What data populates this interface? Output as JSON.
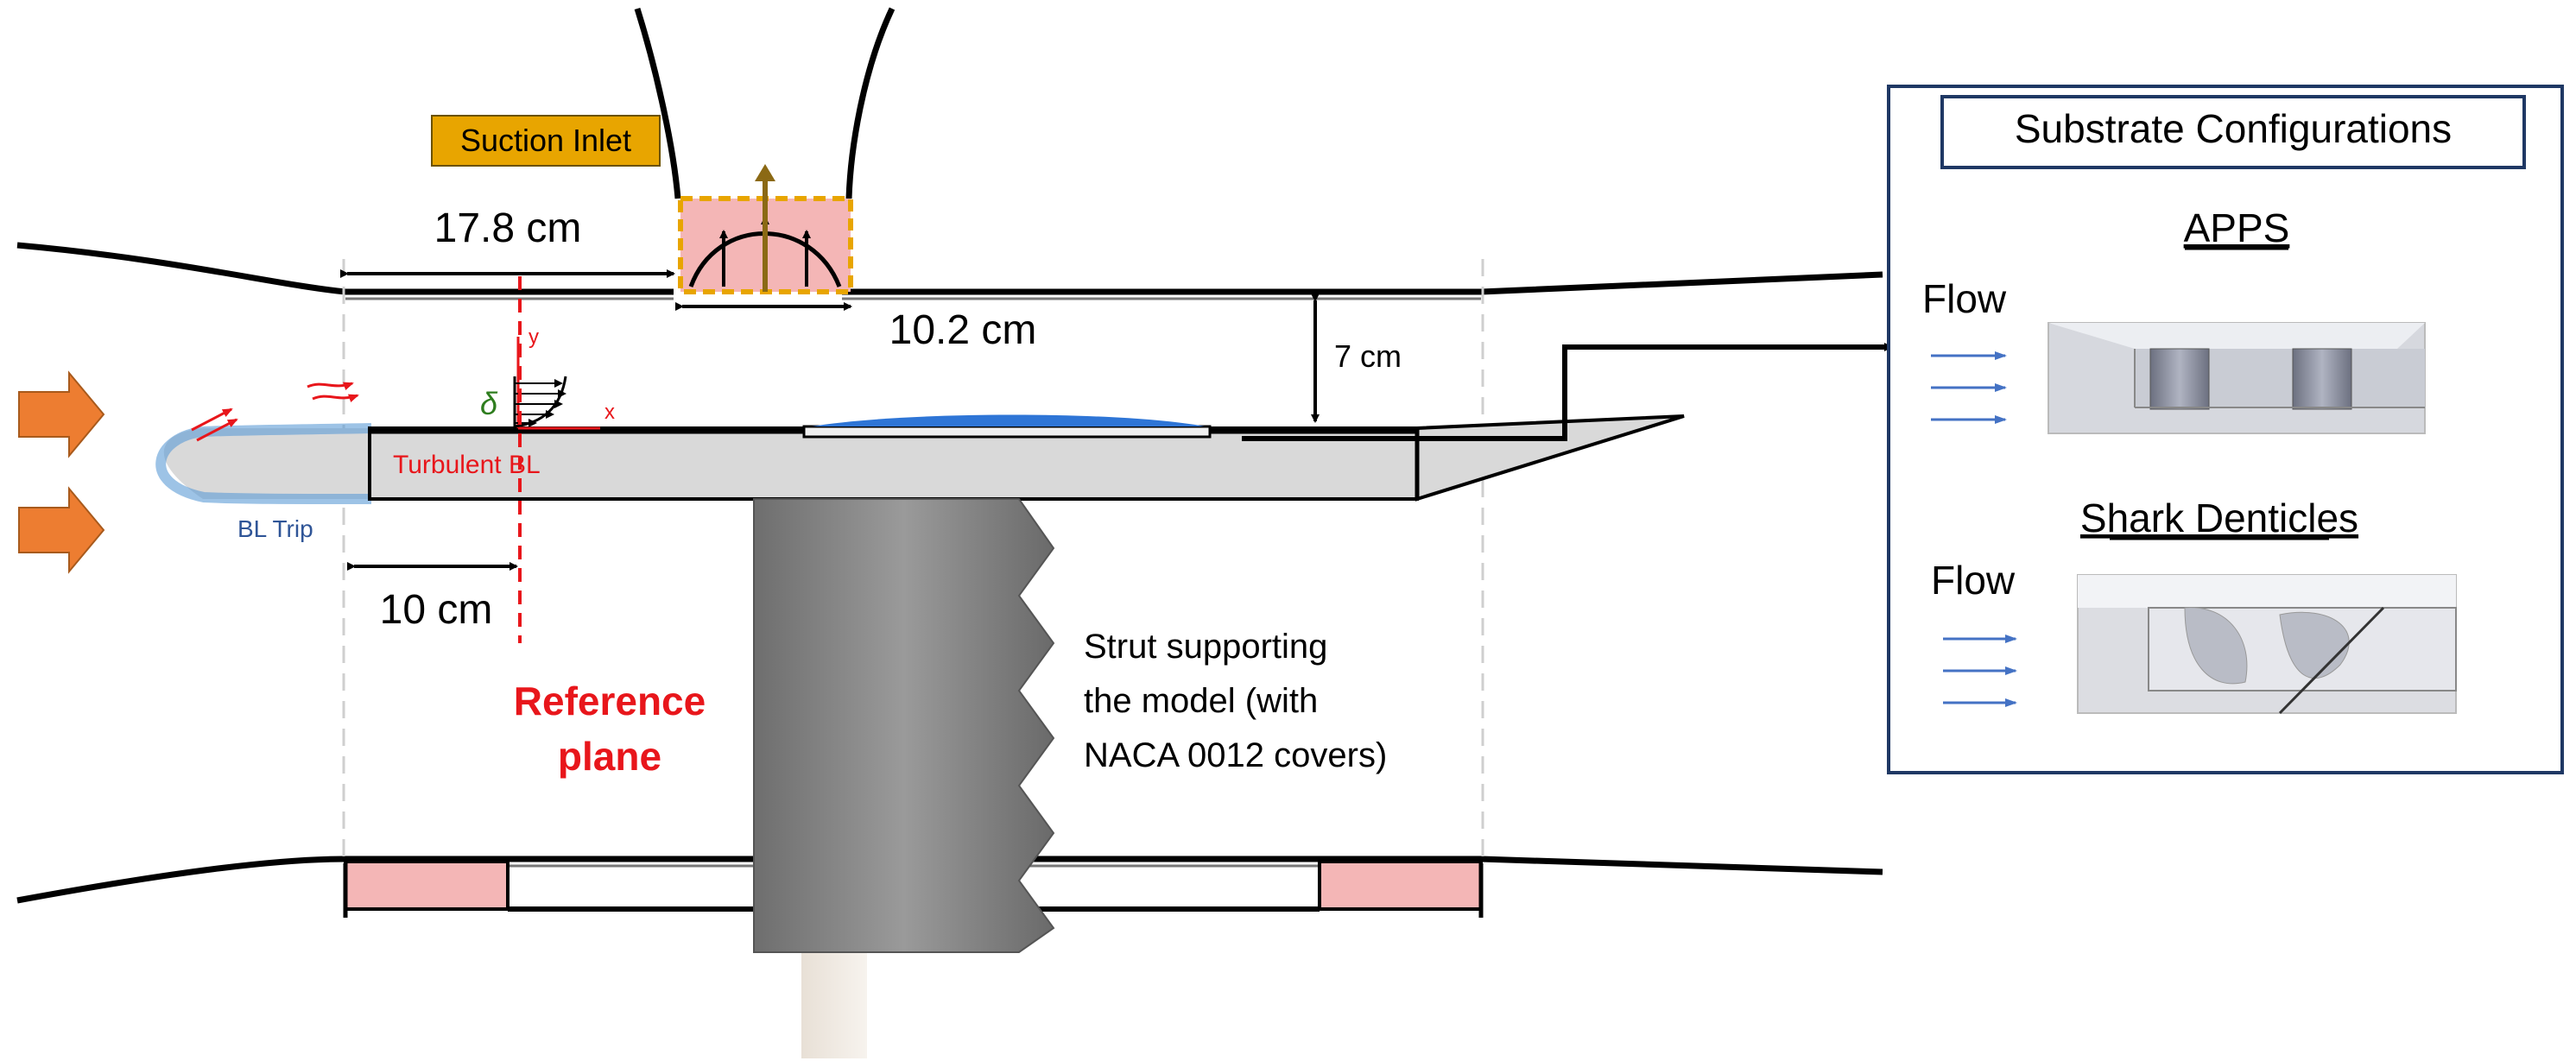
{
  "labels": {
    "suction_inlet": "Suction Inlet",
    "dim_upstream": "17.8 cm",
    "dim_inlet": "10.2 cm",
    "dim_height": "7 cm",
    "dim_trip": "10 cm",
    "turbulent_bl": "Turbulent BL",
    "bl_trip": "BL Trip",
    "delta": "δ",
    "axis_y": "y",
    "axis_x": "x",
    "reference_plane": [
      "Reference",
      "plane"
    ],
    "strut": [
      "Strut supporting",
      "the model (with",
      "NACA 0012 covers)"
    ]
  },
  "panel": {
    "title": "Substrate Configurations",
    "apps_title": "APPS",
    "apps_flow": "Flow",
    "shark_title": "Shark Denticles",
    "shark_flow": "Flow"
  },
  "colors": {
    "inflow_arrow": "#ED7D31",
    "suction_label_bg": "#E8A500",
    "suction_box_fill": "#F4B6B6",
    "plate_fill": "#D9D9D9",
    "trip_outline": "#5B9BD5",
    "bump": "#2E75D6",
    "reference_plane": "#E8161B",
    "panel_flow_arrow": "#4472C4",
    "strut": "#8C8C8C",
    "sidewall_pads": "#F4B6B6"
  }
}
